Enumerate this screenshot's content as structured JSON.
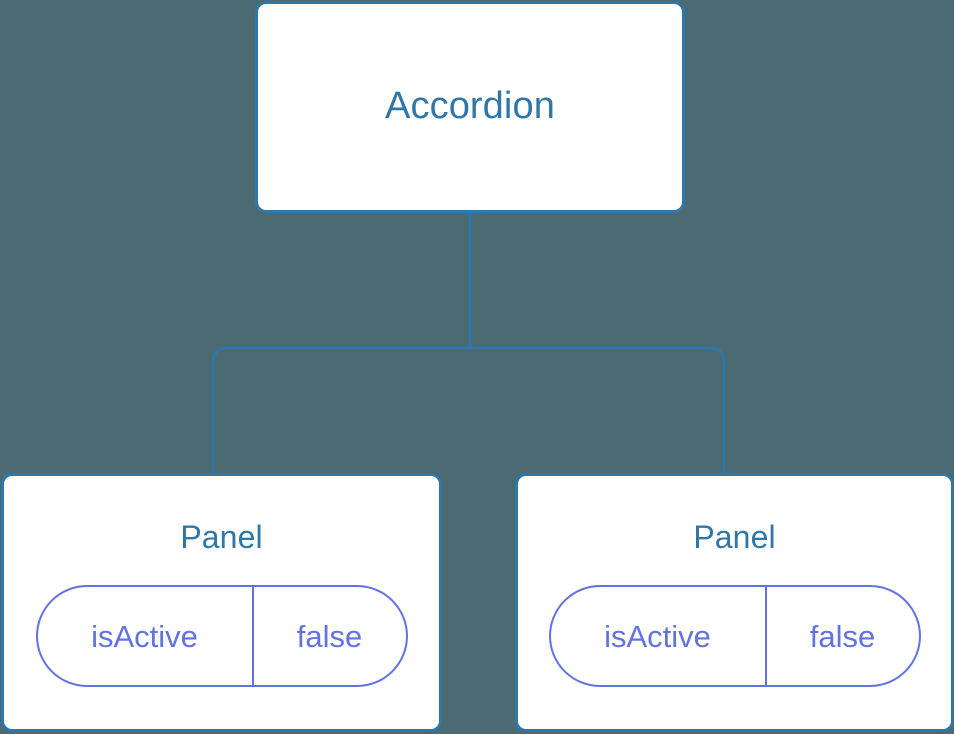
{
  "diagram": {
    "type": "component-tree",
    "background_color": "#4c6a71",
    "node_border_color": "#2e77a8",
    "node_text_color": "#2e77a8",
    "connector_color": "#2e77a8",
    "prop_color": "#6272e0",
    "root": {
      "label": "Accordion"
    },
    "children": [
      {
        "label": "Panel",
        "props": [
          {
            "key": "isActive",
            "value": "false"
          }
        ]
      },
      {
        "label": "Panel",
        "props": [
          {
            "key": "isActive",
            "value": "false"
          }
        ]
      }
    ]
  }
}
